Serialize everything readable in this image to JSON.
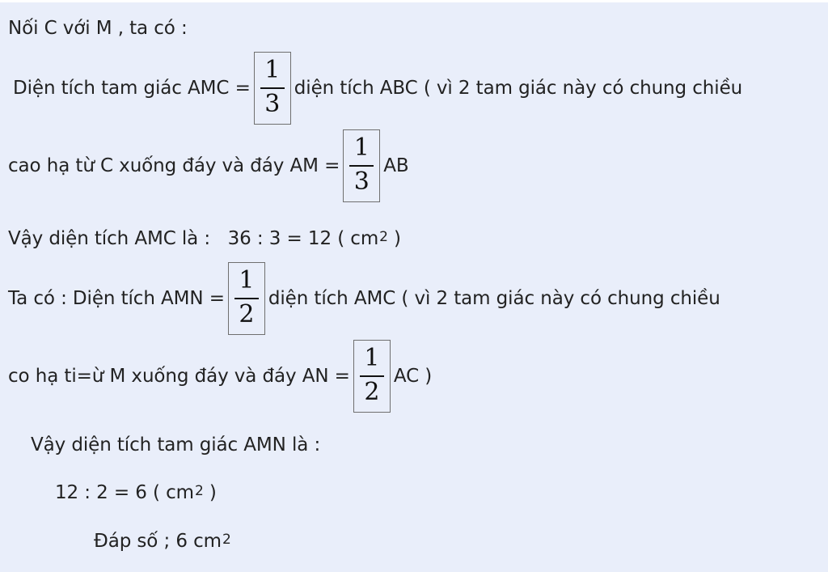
{
  "lines": [
    {
      "text": "Nối C với M , ta có :"
    },
    {
      "before": "Diện tích tam giác AMC =",
      "frac_num": "1",
      "frac_den": "3",
      "after": "diện tích ABC ( vì 2 tam giác này có chung chiều"
    },
    {
      "before": "cao hạ từ C xuống đáy và đáy AM =",
      "frac_num": "1",
      "frac_den": "3",
      "after": "AB"
    },
    {
      "before": "Vậy diện tích AMC là :   36 : 3 = 12 ( cm",
      "sup": "2",
      "after": " )"
    },
    {
      "before": "Ta có : Diện tích AMN =",
      "frac_num": "1",
      "frac_den": "2",
      "after": "diện tích AMC ( vì 2 tam giác này có chung chiều"
    },
    {
      "before": "co hạ ti=ừ M xuống đáy và đáy AN =",
      "frac_num": "1",
      "frac_den": "2",
      "after": "AC )"
    },
    {
      "text": "Vậy diện tích tam giác AMN là :"
    },
    {
      "before": "12 : 2 = 6 ( cm",
      "sup": "2",
      "after": " )"
    },
    {
      "before": "Đáp số ; 6 cm",
      "sup": "2"
    }
  ]
}
